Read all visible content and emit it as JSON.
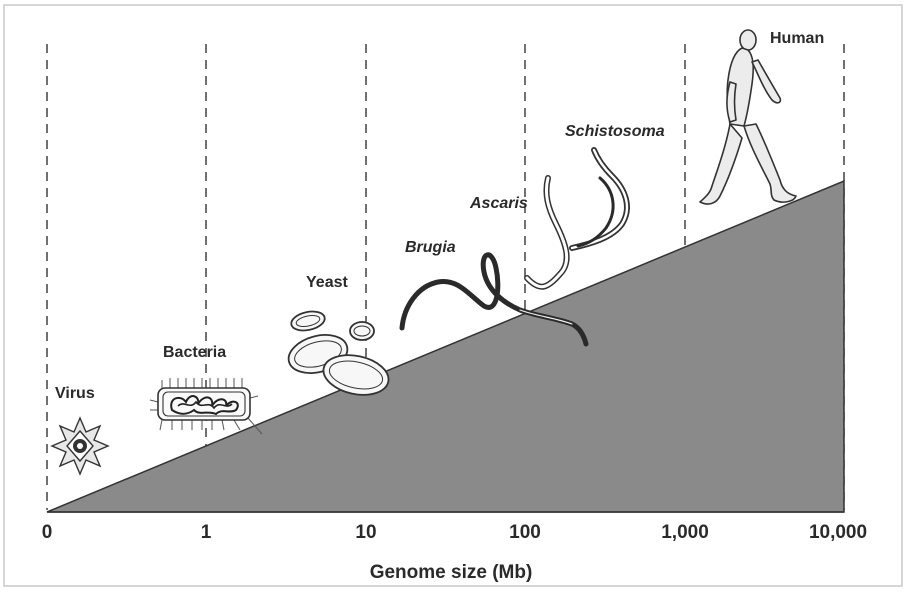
{
  "figure": {
    "xlabel": "Genome size (Mb)",
    "ticks": [
      "0",
      "1",
      "10",
      "100",
      "1,000",
      "10,000"
    ],
    "organisms": [
      {
        "key": "virus",
        "label": "Virus",
        "italic": false
      },
      {
        "key": "bacteria",
        "label": "Bacteria",
        "italic": false
      },
      {
        "key": "yeast",
        "label": "Yeast",
        "italic": false
      },
      {
        "key": "brugia",
        "label": "Brugia",
        "italic": true
      },
      {
        "key": "ascaris",
        "label": "Ascaris",
        "italic": true
      },
      {
        "key": "schistosoma",
        "label": "Schistosoma",
        "italic": true
      },
      {
        "key": "human",
        "label": "Human",
        "italic": false
      }
    ],
    "colors": {
      "wedge": "#8a8a8a",
      "line": "#333333",
      "frame": "#c8c8c8"
    }
  }
}
